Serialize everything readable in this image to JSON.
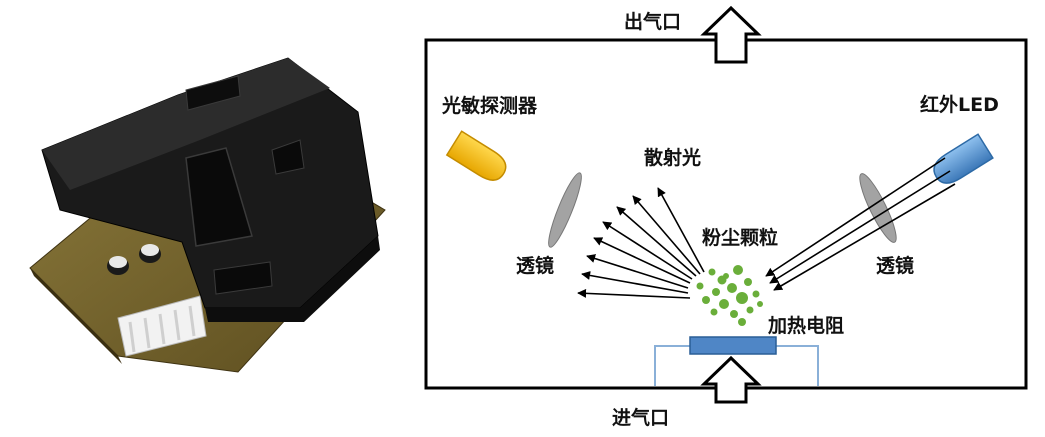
{
  "labels": {
    "outlet": "出气口",
    "inlet": "进气口",
    "photodetector": "光敏探测器",
    "ir_led": "红外LED",
    "scattered_light": "散射光",
    "dust_particles": "粉尘颗粒",
    "lens_left": "透镜",
    "lens_right": "透镜",
    "heater": "加热电阻"
  },
  "colors": {
    "detector": "#F5B800",
    "led": "#4F8FD0",
    "lens": "#9A9A9A",
    "particles": "#6AAE3A",
    "heater": "#4F86C6",
    "wire": "#8AB0D8",
    "frame": "#000000"
  }
}
